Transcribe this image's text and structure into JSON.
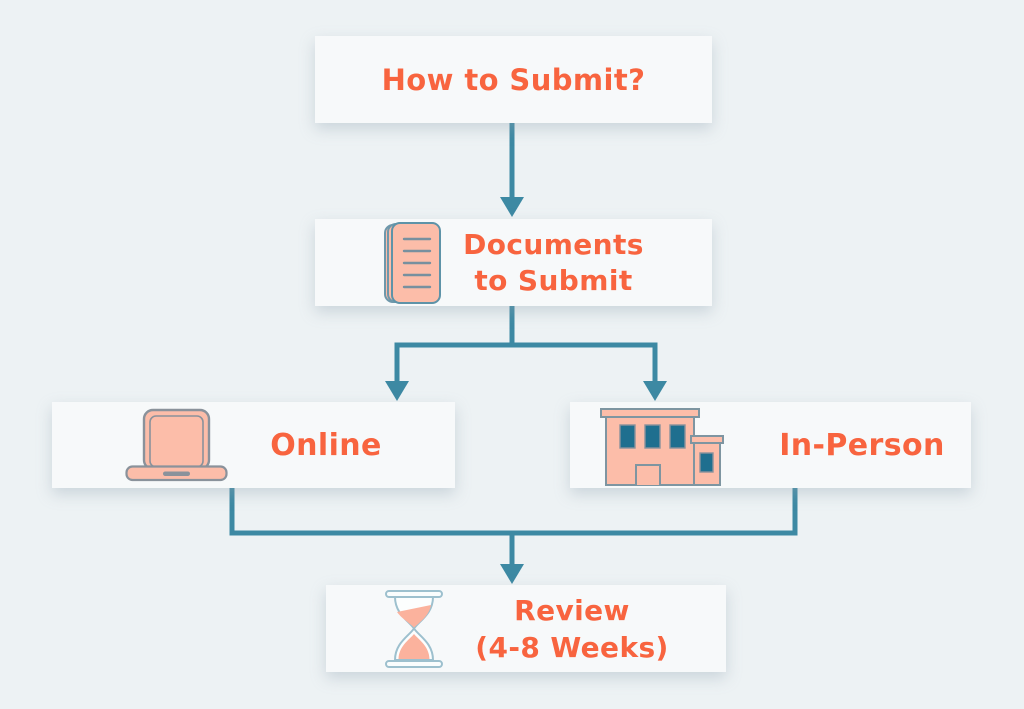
{
  "page": {
    "title": "How to Submit flowchart",
    "background_color": "#EDF2F4"
  },
  "colors": {
    "box_background": "#F7F9FA",
    "label_orange": "#F8643F",
    "connector_teal": "#3D89A3",
    "icon_salmon": "#FCBDA9",
    "icon_sand_salmon": "#FBB29D",
    "icon_window_teal": "#1F6F8F"
  },
  "flowchart": {
    "nodes": [
      {
        "id": "how-to-submit",
        "label": "How to Submit?"
      },
      {
        "id": "documents-to-submit",
        "icon": "document-icon",
        "label_lines": [
          "Documents",
          "to Submit"
        ]
      },
      {
        "id": "online",
        "icon": "laptop-icon",
        "label": "Online"
      },
      {
        "id": "in-person",
        "icon": "building-icon",
        "label": "In-Person"
      },
      {
        "id": "review",
        "icon": "hourglass-icon",
        "label_lines": [
          "Review",
          "(4-8 Weeks)"
        ]
      }
    ],
    "edges": [
      {
        "from": "how-to-submit",
        "to": "documents-to-submit"
      },
      {
        "from": "documents-to-submit",
        "to": "online"
      },
      {
        "from": "documents-to-submit",
        "to": "in-person"
      },
      {
        "from": "online",
        "to": "review"
      },
      {
        "from": "in-person",
        "to": "review"
      }
    ]
  }
}
